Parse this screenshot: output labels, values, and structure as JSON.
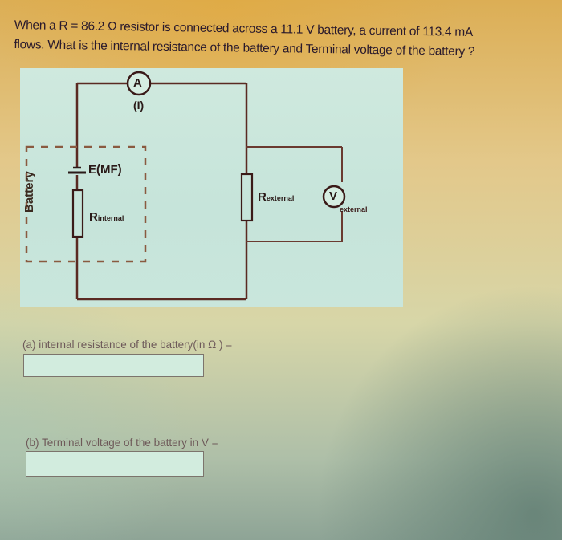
{
  "question": {
    "line1": "When a R = 86.2 Ω resistor is connected across a 11.1 V battery, a current of 113.4 mA",
    "line2": "flows. What is the internal resistance of the battery and Terminal voltage of the battery ?",
    "given": {
      "resistance_ohm": 86.2,
      "emf_volts": 11.1,
      "current_mA": 113.4
    }
  },
  "diagram": {
    "ammeter_label": "A",
    "current_label": "(I)",
    "battery_label": "Battery",
    "emf_label": "E(MF)",
    "r_internal_main": "R",
    "r_internal_sub": "internal",
    "r_external_main": "R",
    "r_external_sub": "external",
    "voltmeter_label": "V",
    "voltmeter_sub": "external",
    "colors": {
      "wire": "#5a2a22",
      "dashed_box": "#8a5a40",
      "panel_bg": "#cfe9de"
    }
  },
  "parts": [
    {
      "label": "(a) internal resistance of the battery(in Ω ) =",
      "value": "",
      "placeholder": ""
    },
    {
      "label": "(b) Terminal voltage of the battery in V =",
      "value": "",
      "placeholder": ""
    }
  ]
}
